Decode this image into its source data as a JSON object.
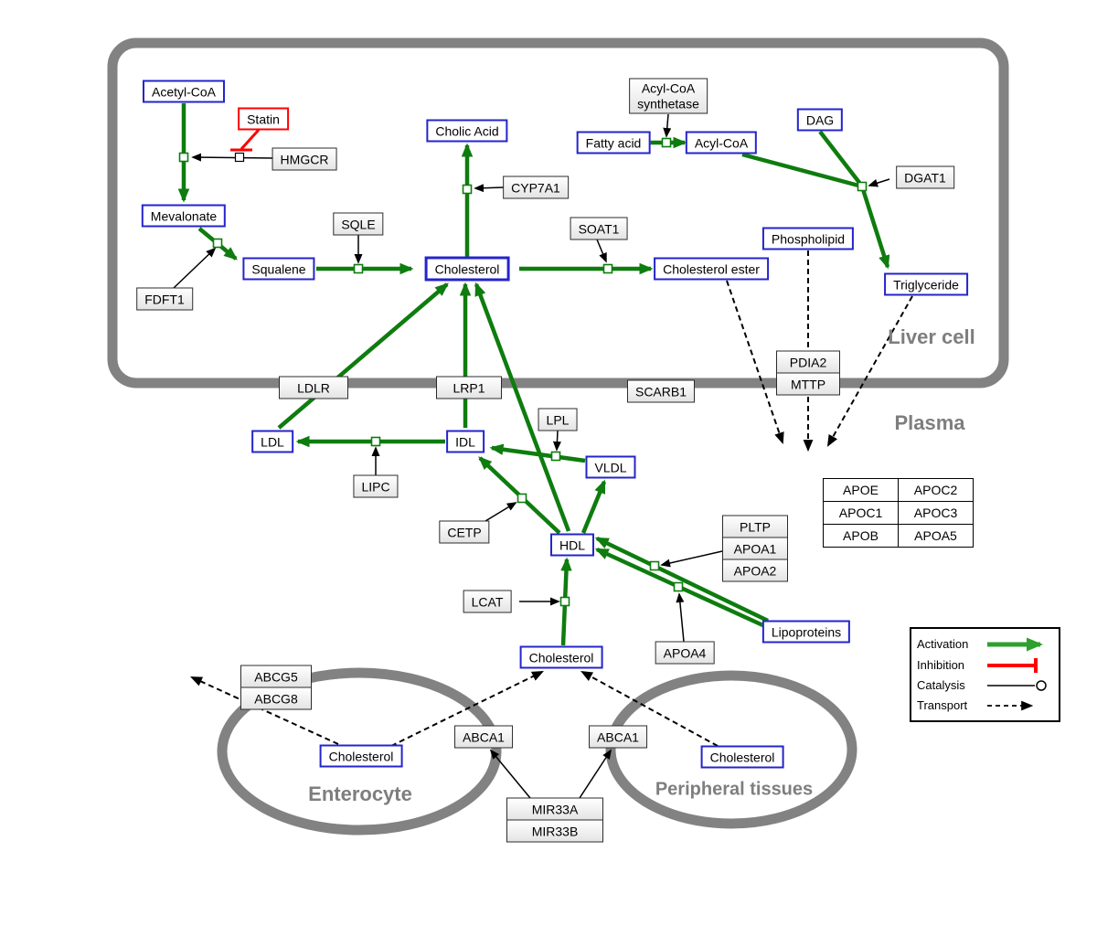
{
  "regions": {
    "liver_cell": "Liver cell",
    "plasma": "Plasma",
    "enterocyte": "Enterocyte",
    "peripheral_tissues": "Peripheral tissues"
  },
  "metabolites": {
    "acetyl_coa": "Acetyl-CoA",
    "mevalonate": "Mevalonate",
    "squalene": "Squalene",
    "cholesterol_liver": "Cholesterol",
    "cholic_acid": "Cholic Acid",
    "cholesterol_ester": "Cholesterol ester",
    "fatty_acid": "Fatty acid",
    "acyl_coa": "Acyl-CoA",
    "dag": "DAG",
    "phospholipid": "Phospholipid",
    "triglyceride": "Triglyceride",
    "ldl": "LDL",
    "idl": "IDL",
    "vldl": "VLDL",
    "hdl": "HDL",
    "lipoproteins": "Lipoproteins",
    "cholesterol_plasma": "Cholesterol",
    "cholesterol_enterocyte": "Cholesterol",
    "cholesterol_peripheral": "Cholesterol"
  },
  "genes": {
    "statin": "Statin",
    "hmgcr": "HMGCR",
    "fdft1": "FDFT1",
    "sqle": "SQLE",
    "cyp7a1": "CYP7A1",
    "soat1": "SOAT1",
    "acyl_coa_synthetase_1": "Acyl-CoA",
    "acyl_coa_synthetase_2": "synthetase",
    "dgat1": "DGAT1",
    "ldlr": "LDLR",
    "lrp1": "LRP1",
    "scarb1": "SCARB1",
    "pdia2": "PDIA2",
    "mttp": "MTTP",
    "lipc": "LIPC",
    "lpl": "LPL",
    "cetp": "CETP",
    "lcat": "LCAT",
    "pltp": "PLTP",
    "apoa1": "APOA1",
    "apoa2": "APOA2",
    "apoa4": "APOA4",
    "abcg5": "ABCG5",
    "abcg8": "ABCG8",
    "abca1_left": "ABCA1",
    "abca1_right": "ABCA1",
    "mir33a": "MIR33A",
    "mir33b": "MIR33B"
  },
  "apo_table": {
    "cells": [
      "APOE",
      "APOC2",
      "APOC1",
      "APOC3",
      "APOB",
      "APOA5"
    ]
  },
  "legend": {
    "activation": "Activation",
    "inhibition": "Inhibition",
    "catalysis": "Catalysis",
    "transport": "Transport"
  },
  "colors": {
    "metabolite_border": "#2424cc",
    "inhibitor_border": "#ff0000",
    "pathway_green": "#0e7c0e",
    "legend_green": "#2da02d",
    "inhibition_red": "#ff0000",
    "membrane_gray": "#828282"
  }
}
